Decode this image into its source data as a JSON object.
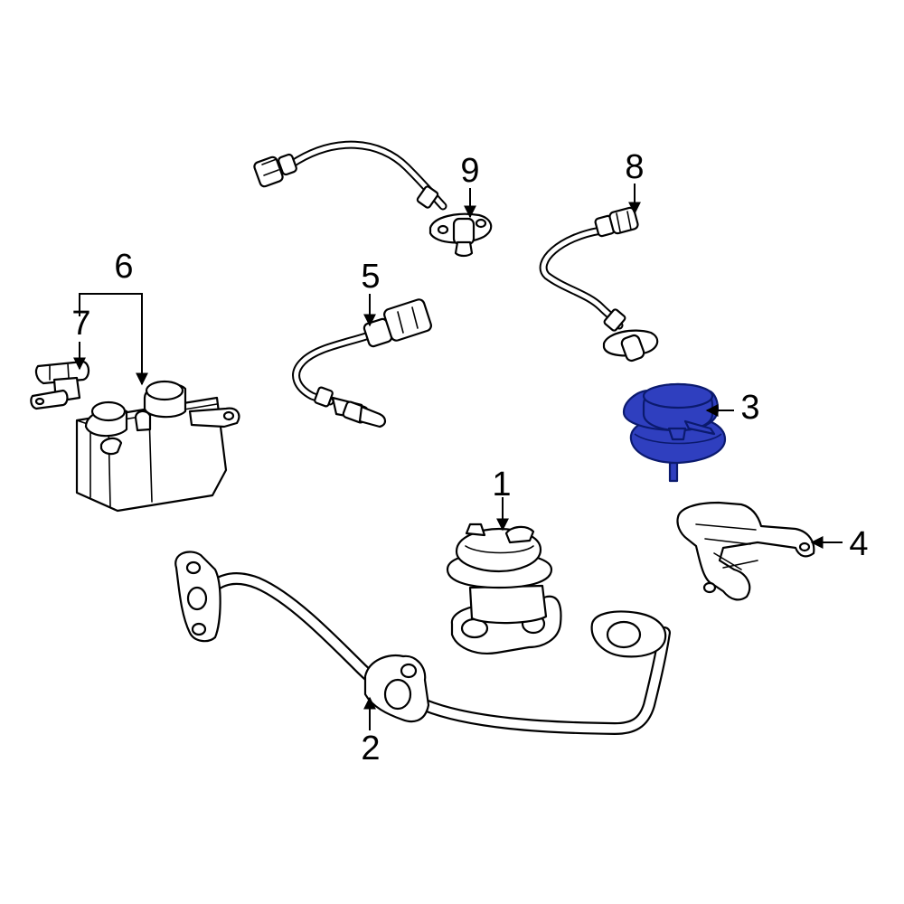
{
  "diagram": {
    "highlight_color": "#2f3fbf",
    "line_color": "#000000",
    "background": "#ffffff",
    "callouts": [
      {
        "id": "1",
        "label": "1"
      },
      {
        "id": "2",
        "label": "2"
      },
      {
        "id": "3",
        "label": "3"
      },
      {
        "id": "4",
        "label": "4"
      },
      {
        "id": "5",
        "label": "5"
      },
      {
        "id": "6",
        "label": "6"
      },
      {
        "id": "7",
        "label": "7"
      },
      {
        "id": "8",
        "label": "8"
      },
      {
        "id": "9",
        "label": "9"
      }
    ]
  }
}
